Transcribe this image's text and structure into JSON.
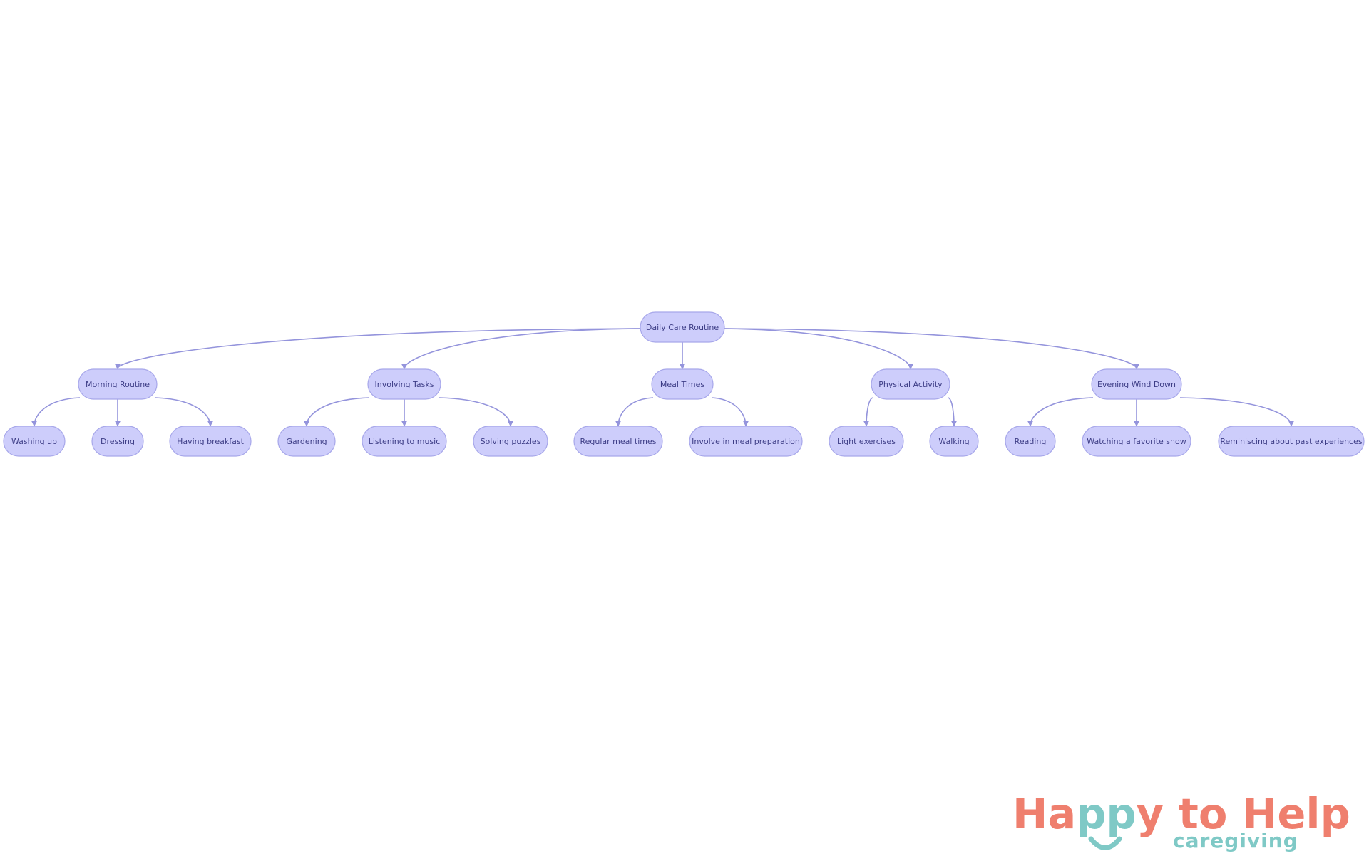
{
  "diagram": {
    "root": {
      "id": "root",
      "label": "Daily Care Routine"
    },
    "categories": [
      {
        "id": "morning",
        "label": "Morning Routine",
        "children": [
          {
            "id": "washing",
            "label": "Washing up"
          },
          {
            "id": "dressing",
            "label": "Dressing"
          },
          {
            "id": "breakfast",
            "label": "Having breakfast"
          }
        ]
      },
      {
        "id": "tasks",
        "label": "Involving Tasks",
        "children": [
          {
            "id": "gardening",
            "label": "Gardening"
          },
          {
            "id": "music",
            "label": "Listening to music"
          },
          {
            "id": "puzzles",
            "label": "Solving puzzles"
          }
        ]
      },
      {
        "id": "meals",
        "label": "Meal Times",
        "children": [
          {
            "id": "regular",
            "label": "Regular meal times"
          },
          {
            "id": "prep",
            "label": "Involve in meal preparation"
          }
        ]
      },
      {
        "id": "physical",
        "label": "Physical Activity",
        "children": [
          {
            "id": "exercises",
            "label": "Light exercises"
          },
          {
            "id": "walking",
            "label": "Walking"
          }
        ]
      },
      {
        "id": "evening",
        "label": "Evening Wind Down",
        "children": [
          {
            "id": "reading",
            "label": "Reading"
          },
          {
            "id": "show",
            "label": "Watching a favorite show"
          },
          {
            "id": "reminiscing",
            "label": "Reminiscing about past experiences"
          }
        ]
      }
    ]
  },
  "logo": {
    "line1_part1": "Ha",
    "line1_part2": "pp",
    "line1_part3": "y to Help",
    "line2": "caregiving",
    "smile_icon": "smile-icon"
  },
  "colors": {
    "node_fill": "#cdcdfb",
    "node_stroke": "#a7a7ea",
    "edge": "#9494dc",
    "text": "#3d3d86",
    "logo_coral": "#ef7f6e",
    "logo_teal": "#7fc9c6"
  }
}
